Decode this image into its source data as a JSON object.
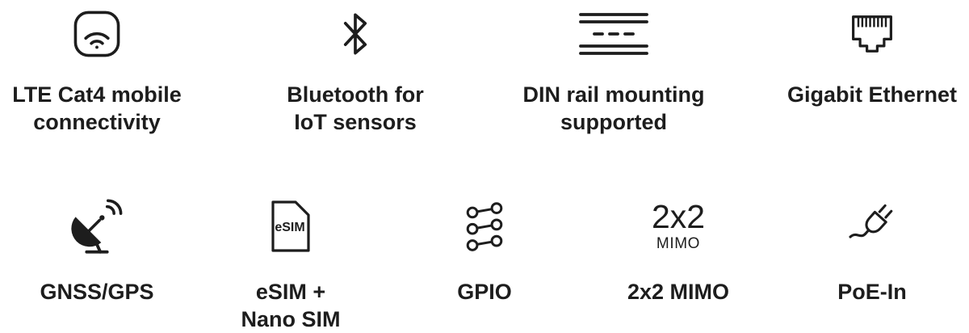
{
  "colors": {
    "background": "#ffffff",
    "icon_stroke": "#1d1d1d",
    "text": "#1d1d1d"
  },
  "feature_rows": [
    {
      "items": [
        {
          "icon": "mobile-signal-icon",
          "line1": "LTE Cat4 mobile",
          "line2": "connectivity"
        },
        {
          "icon": "bluetooth-icon",
          "line1": "Bluetooth for",
          "line2": "IoT sensors"
        },
        {
          "icon": "din-rail-icon",
          "line1": "DIN rail mounting",
          "line2": "supported"
        },
        {
          "icon": "ethernet-port-icon",
          "line1": "Gigabit Ethernet",
          "line2": ""
        }
      ]
    },
    {
      "items": [
        {
          "icon": "satellite-dish-icon",
          "line1": "GNSS/GPS",
          "line2": ""
        },
        {
          "icon": "sim-card-icon",
          "icon_text": "eSIM",
          "line1": "eSIM +",
          "line2": "Nano SIM"
        },
        {
          "icon": "gpio-nodes-icon",
          "line1": "GPIO",
          "line2": ""
        },
        {
          "icon": "mimo-text-icon",
          "icon_text": "2x2",
          "icon_subtext": "MIMO",
          "line1": "2x2 MIMO",
          "line2": ""
        },
        {
          "icon": "power-plug-icon",
          "line1": "PoE-In",
          "line2": ""
        }
      ]
    }
  ]
}
